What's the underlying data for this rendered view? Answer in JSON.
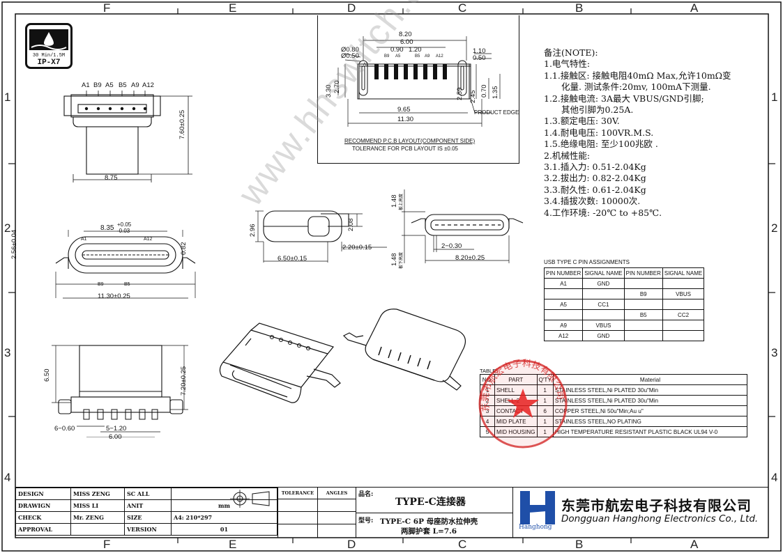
{
  "frame": {
    "zones_top": [
      "F",
      "E",
      "D",
      "C",
      "B",
      "A"
    ],
    "zones_bottom": [
      "F",
      "E",
      "D",
      "C",
      "B",
      "A"
    ],
    "zones_left": [
      "1",
      "2",
      "3",
      "4"
    ],
    "zones_right": [
      "1",
      "2",
      "3",
      "4"
    ]
  },
  "badge": {
    "line1": "30 Min/1.5M",
    "line2": "IP-X7"
  },
  "watermark": "www.hhswitch.com",
  "front_view": {
    "pins": [
      "A1",
      "B9",
      "A5",
      "B5",
      "A9",
      "A12"
    ],
    "width": "8.75",
    "height": "7.60±0.25"
  },
  "pcb_layout": {
    "d_820": "8.20",
    "d_600": "6.00",
    "d_090": "0.90",
    "d_120": "1.20",
    "d_080": "Ø0.80",
    "d_050": "Ø0.50",
    "d_110": "1.10",
    "d_050b": "0.50",
    "d_330": "3.30",
    "d_270": "2.70",
    "d_259": "2.59",
    "d_245": "2.45",
    "d_070": "0.70",
    "d_135": "1.35",
    "d_965": "9.65",
    "d_1130": "11.30",
    "pins": [
      "A1",
      "B9",
      "A5",
      "B5",
      "A9",
      "A12"
    ],
    "edge_label": "PRODUCT EDGE",
    "caption1": "RECOMMEND P.C.B LAYOUT(COMPONENT SIDE)",
    "caption2": "TOLERANCE FOR PCB LAYOUT IS ±0.05"
  },
  "top_view": {
    "h": "2.56±0.04",
    "w_top": "8.35",
    "tol_plus": "+0.05",
    "tol_minus": "-0.03",
    "right": "0.82",
    "width": "11.30±0.25",
    "labels": [
      "A1",
      "A12",
      "B9",
      "B5"
    ]
  },
  "side_view": {
    "h1": "2.96",
    "h2": "2.08",
    "w1": "2.20±0.15",
    "w2": "6.50±0.15"
  },
  "end_view": {
    "up": "1.48",
    "up_cn": "板上高度",
    "down": "1.48",
    "down_cn": "板下高度",
    "pitch": "2−0.30",
    "width": "8.20±0.25"
  },
  "bottom_view": {
    "h_left": "6.50",
    "h_right": "7.20±0.25",
    "pitch_a": "6−0.60",
    "pitch_b": "5−1.20",
    "span": "6.00"
  },
  "notes": [
    "备注(NOTE):",
    "1.电气特性:",
    "1.1.接触区: 接触电阻40mΩ Max,允许10mΩ变",
    "　　化量. 测试条件:20mv, 100mA下测量.",
    "1.2.接触电流: 3A最大 VBUS/GND引脚;",
    "　　其他引脚为0.25A.",
    "1.3.额定电压: 30V.",
    "1.4.耐电电压: 100VR.M.S.",
    "1.5.绝缘电阻: 至少100兆欧 .",
    "2.机械性能:",
    "3.1.插入力: 0.51-2.04Kg",
    "3.2.拔出力: 0.82-2.04Kg",
    "3.3.耐久性: 0.61-2.04Kg",
    "3.4.插拔次数: 10000次.",
    "4.工作环境: -20℃ to +85℃."
  ],
  "pin_table": {
    "title": "USB TYPE C PIN ASSIGNMENTS",
    "headers": [
      "PIN NUMBER",
      "SIGNAL NAME",
      "PIN NUMBER",
      "SIGNAL NAME"
    ],
    "rows": [
      [
        "A1",
        "GND",
        "",
        ""
      ],
      [
        "",
        "",
        "B9",
        "VBUS"
      ],
      [
        "A5",
        "CC1",
        "",
        ""
      ],
      [
        "",
        "",
        "B5",
        "CC2"
      ],
      [
        "A9",
        "VBUS",
        "",
        ""
      ],
      [
        "A12",
        "GND",
        "",
        ""
      ]
    ]
  },
  "material_table": {
    "label": "TABLE:",
    "headers": [
      "NO.",
      "PART",
      "Q'TY",
      "Material"
    ],
    "rows": [
      [
        "1",
        "SHELL",
        "1",
        "STAINLESS STEEL,Ni PLATED 30u\"Min"
      ],
      [
        "2",
        "SHELL-2",
        "1",
        "STAINLESS STEEL,Ni PLATED 30u\"Min"
      ],
      [
        "3",
        "CONTACT",
        "6",
        "COPPER STEEL,Ni 50u\"Min;Au u\""
      ],
      [
        "4",
        "MID PLATE",
        "1",
        "STAINLESS STEEL,NO PLATING"
      ],
      [
        "5",
        "MID HOUSING",
        "1",
        "HIGH TEMPERATURE RESISTANT PLASTIC BLACK UL94 V-0"
      ]
    ]
  },
  "stamp": {
    "text": "东莞市航宏电子科技有限公司"
  },
  "title_block": {
    "rows": [
      [
        "DESIGN",
        "MISS ZENG",
        "SC ALL",
        ""
      ],
      [
        "DRAWIGN",
        "MISS LI",
        "ANIT",
        "mm"
      ],
      [
        "CHECK",
        "Mr. ZENG",
        "SIZE",
        "A4: 210*297"
      ],
      [
        "APPROVAL",
        "",
        "VERSION",
        "01"
      ]
    ],
    "tolerance": "TOLERANCE",
    "angles": "ANGLES",
    "name_label": "品名:",
    "name_value": "TYPE-C连接器",
    "model_label": "型号:",
    "model_value_1": "TYPE-C 6P 母座防水拉伸壳",
    "model_value_2": "两脚护套 L=7.6",
    "company_cn": "东莞市航宏电子科技有限公司",
    "company_en": "Dongguan Hanghong Electronics Co., Ltd.",
    "logo_text": "Hanghong",
    "brand_color": "#1f4fa8"
  }
}
